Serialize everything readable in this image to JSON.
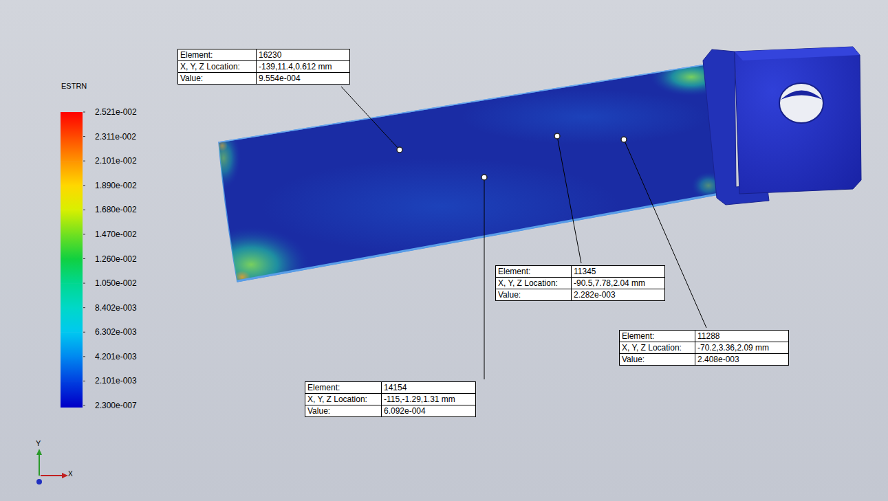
{
  "diagram": {
    "nodes": [
      {
        "text": [
          "Element:",
          "16230",
          "X, Y, Z Location:",
          "-139,11.4,0.612 mm",
          "Value:",
          "9.554e-004"
        ]
      },
      {
        "text": [
          "Element:",
          "11345",
          "X, Y, Z Location:",
          "-90.5,7.78,2.04 mm",
          "Value:",
          "2.282e-003"
        ]
      },
      {
        "text": [
          "Element:",
          "11288",
          "X, Y, Z Location:",
          "-70.2,3.36,2.09 mm",
          "Value:",
          "2.408e-003"
        ]
      },
      {
        "text": [
          "Element:",
          "14154",
          "X, Y, Z Location:",
          "-115,-1.29,1.31 mm",
          "Value:",
          "6.092e-004"
        ]
      }
    ],
    "labels": [
      "ESTRN",
      "Y",
      "X"
    ],
    "legend": [
      {
        "text": "2.521e-002",
        "color": "#ff0000"
      },
      {
        "text": "2.311e-002",
        "color": "#ff4a00"
      },
      {
        "text": "2.101e-002",
        "color": "#ff9400"
      },
      {
        "text": "1.890e-002",
        "color": "#ffd800"
      },
      {
        "text": "1.680e-002",
        "color": "#d8f000"
      },
      {
        "text": "1.470e-002",
        "color": "#70e020"
      },
      {
        "text": "1.260e-002",
        "color": "#10d040"
      },
      {
        "text": "1.050e-002",
        "color": "#00d890"
      },
      {
        "text": "8.402e-003",
        "color": "#00d8c8"
      },
      {
        "text": "6.302e-003",
        "color": "#00c8f0"
      },
      {
        "text": "4.201e-003",
        "color": "#0088f0"
      },
      {
        "text": "2.101e-003",
        "color": "#0040e0"
      },
      {
        "text": "2.300e-007",
        "color": "#0000c8"
      }
    ]
  }
}
